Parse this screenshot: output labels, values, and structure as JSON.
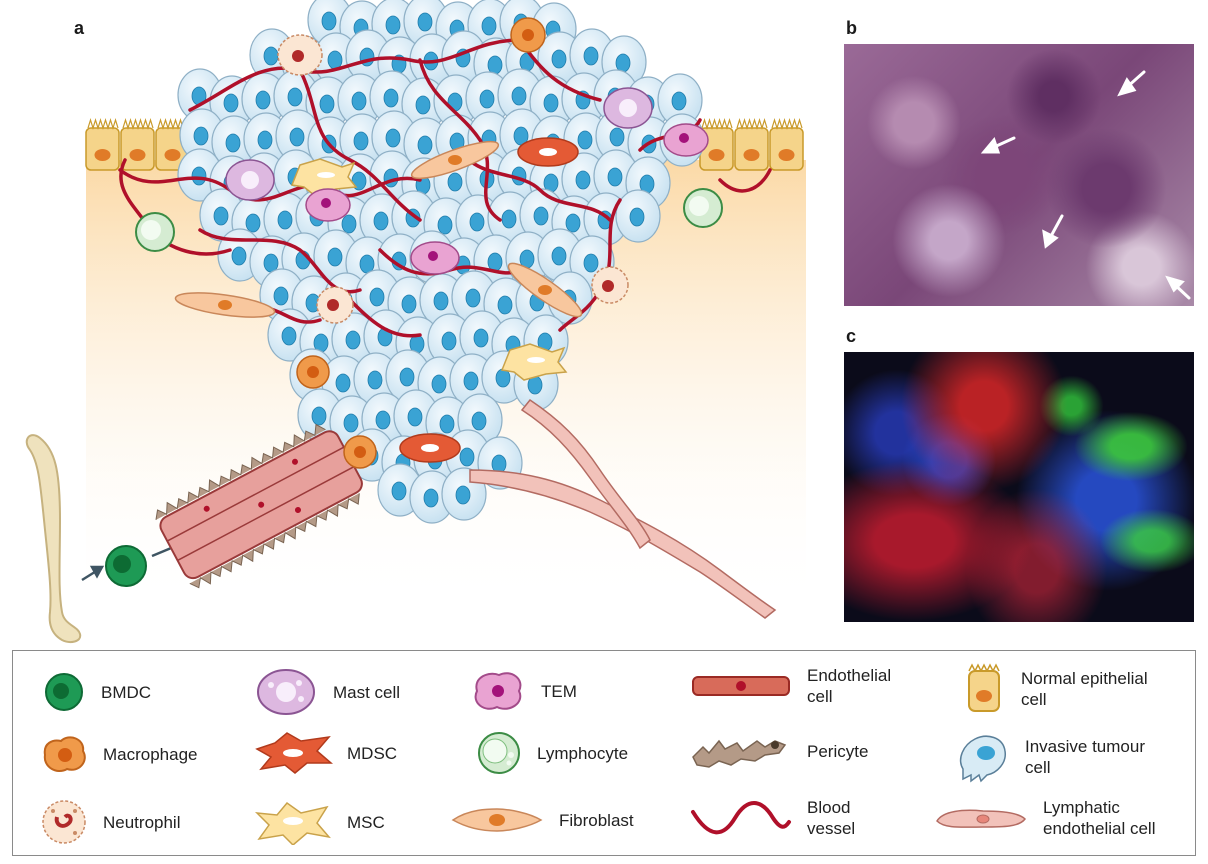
{
  "panels": {
    "a": "a",
    "b": "b",
    "c": "c"
  },
  "legend": {
    "items": [
      {
        "key": "bmdc",
        "label": "BMDC"
      },
      {
        "key": "mast",
        "label": "Mast cell"
      },
      {
        "key": "tem",
        "label": "TEM"
      },
      {
        "key": "endo",
        "label": "Endothelial cell"
      },
      {
        "key": "epi",
        "label": "Normal epithelial cell"
      },
      {
        "key": "macro",
        "label": "Macrophage"
      },
      {
        "key": "mdsc",
        "label": "MDSC"
      },
      {
        "key": "lympho",
        "label": "Lymphocyte"
      },
      {
        "key": "peri",
        "label": "Pericyte"
      },
      {
        "key": "tumour",
        "label": "Invasive tumour cell"
      },
      {
        "key": "neutro",
        "label": "Neutrophil"
      },
      {
        "key": "msc",
        "label": "MSC"
      },
      {
        "key": "fibro",
        "label": "Fibroblast"
      },
      {
        "key": "vessel",
        "label": "Blood vessel"
      },
      {
        "key": "lymend",
        "label": "Lymphatic endothelial cell"
      }
    ]
  },
  "colors": {
    "tumour_body": "#d8ebf5",
    "tumour_nucleus": "#3aa3d4",
    "blood_vessel": "#b0102a",
    "epithelial": "#f5d48a",
    "stroma": "#fbe3c0",
    "micro_he": "#8a4c7c",
    "micro_fluor_bg": "#0b0b1a"
  }
}
